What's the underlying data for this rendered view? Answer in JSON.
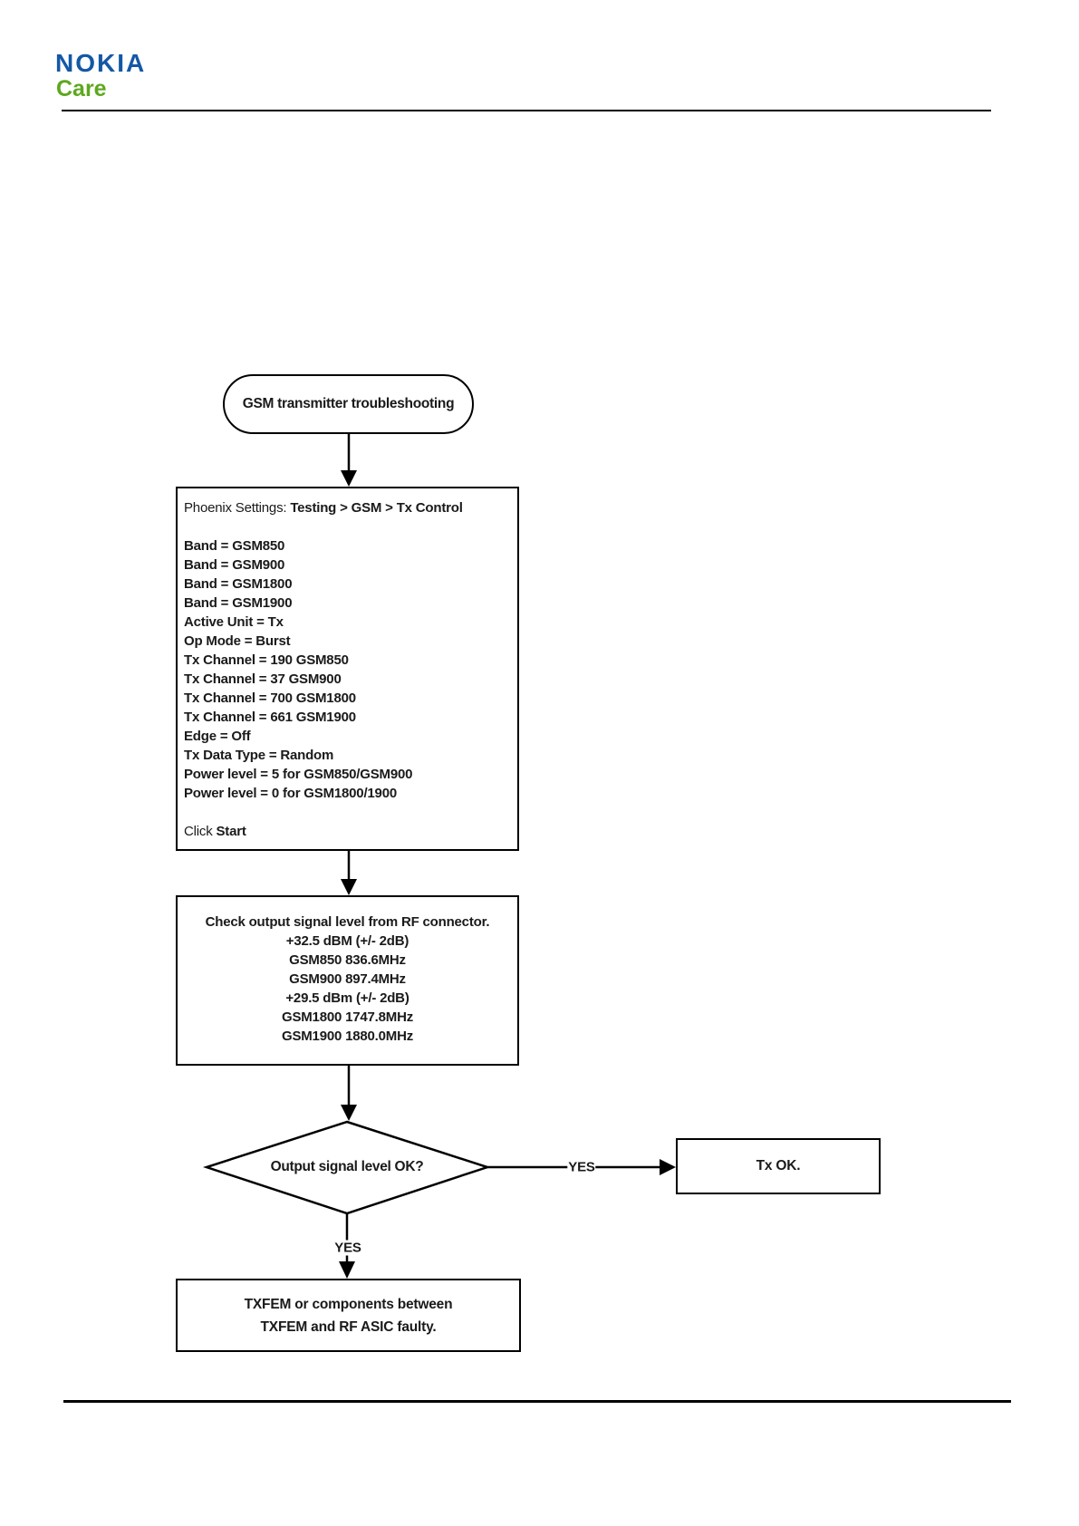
{
  "header": {
    "brand_line1": "NOKIA",
    "brand_line2": "Care",
    "colors": {
      "nokia_blue": "#1458A5",
      "care_green": "#5CA81E"
    }
  },
  "flowchart": {
    "start": {
      "label": "GSM transmitter troubleshooting"
    },
    "settings_box": {
      "title_prefix": "Phoenix Settings: ",
      "title_path": "Testing > GSM > Tx Control",
      "params": [
        "Band = GSM850",
        "Band = GSM900",
        "Band = GSM1800",
        "Band = GSM1900",
        "Active Unit = Tx",
        "Op Mode = Burst",
        "Tx Channel = 190 GSM850",
        "Tx Channel = 37 GSM900",
        "Tx Channel = 700 GSM1800",
        "Tx Channel = 661 GSM1900",
        "Edge = Off",
        "Tx Data Type = Random",
        "Power level = 5 for GSM850/GSM900",
        "Power level = 0 for GSM1800/1900"
      ],
      "action_prefix": "Click ",
      "action_label": "Start"
    },
    "check_box": {
      "lines": [
        "Check output signal level from RF connector.",
        "+32.5 dBM (+/- 2dB)",
        "GSM850 836.6MHz",
        "GSM900 897.4MHz",
        "+29.5 dBm (+/- 2dB)",
        "GSM1800 1747.8MHz",
        "GSM1900 1880.0MHz"
      ]
    },
    "decision": {
      "question": "Output signal level OK?",
      "right_label": "YES",
      "down_label": "YES"
    },
    "tx_ok_box": {
      "label": "Tx OK."
    },
    "fault_box": {
      "line1": "TXFEM or components between",
      "line2": "TXFEM and RF ASIC faulty."
    }
  }
}
